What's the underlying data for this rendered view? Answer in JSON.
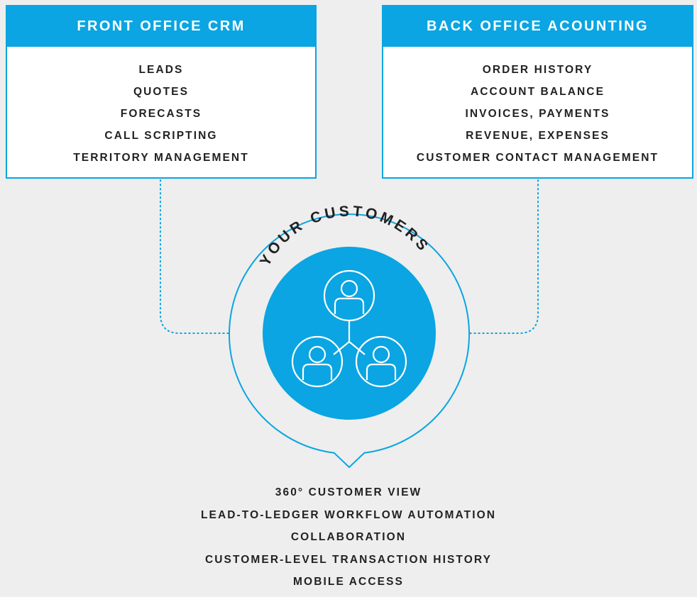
{
  "front_office": {
    "title": "FRONT OFFICE CRM",
    "items": [
      "LEADS",
      "QUOTES",
      "FORECASTS",
      "CALL SCRIPTING",
      "TERRITORY MANAGEMENT"
    ]
  },
  "back_office": {
    "title": "BACK OFFICE ACOUNTING",
    "items": [
      "ORDER HISTORY",
      "ACCOUNT BALANCE",
      "INVOICES, PAYMENTS",
      "REVENUE, EXPENSES",
      "CUSTOMER CONTACT MANAGEMENT"
    ]
  },
  "center": {
    "label": "YOUR CUSTOMERS",
    "icon": "customers-network-icon"
  },
  "benefits": [
    "360° CUSTOMER VIEW",
    "LEAD-TO-LEDGER WORKFLOW AUTOMATION",
    "COLLABORATION",
    "CUSTOMER-LEVEL TRANSACTION HISTORY",
    "MOBILE ACCESS"
  ],
  "colors": {
    "accent": "#0aa5e2",
    "background": "#eeeeee",
    "text": "#222222"
  }
}
